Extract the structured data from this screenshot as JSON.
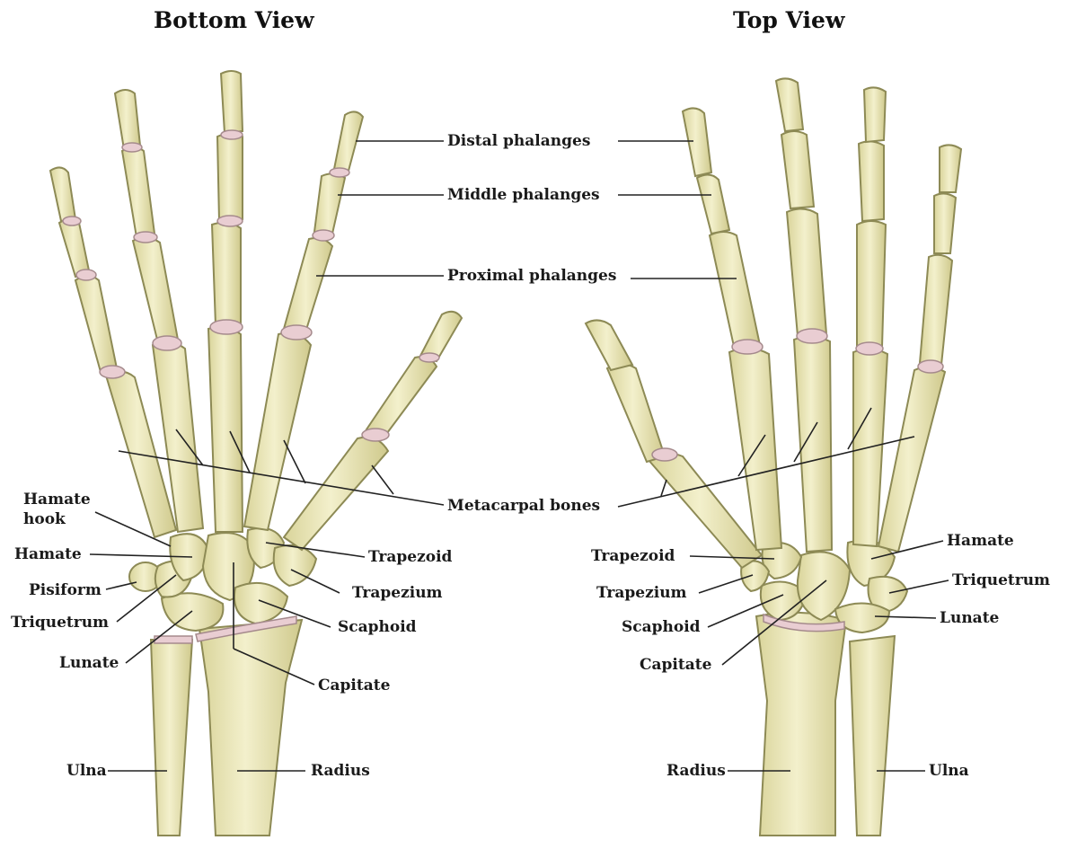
{
  "titles": {
    "left": "Bottom View",
    "right": "Top View"
  },
  "labels": {
    "distal_phalanges": "Distal phalanges",
    "middle_phalanges": "Middle phalanges",
    "proximal_phalanges": "Proximal phalanges",
    "metacarpal_bones": "Metacarpal bones",
    "left": {
      "hamate_hook_line1": "Hamate",
      "hamate_hook_line2": "hook",
      "hamate": "Hamate",
      "pisiform": "Pisiform",
      "triquetrum": "Triquetrum",
      "lunate": "Lunate",
      "trapezoid": "Trapezoid",
      "trapezium": "Trapezium",
      "scaphoid": "Scaphoid",
      "capitate": "Capitate",
      "ulna": "Ulna",
      "radius": "Radius"
    },
    "right": {
      "trapezoid": "Trapezoid",
      "trapezium": "Trapezium",
      "scaphoid": "Scaphoid",
      "capitate": "Capitate",
      "hamate": "Hamate",
      "triquetrum": "Triquetrum",
      "lunate": "Lunate",
      "radius": "Radius",
      "ulna": "Ulna"
    }
  },
  "colors": {
    "bone_fill": "#ece8b8",
    "bone_stroke": "#8d8a55",
    "cartilage": "#e9cdd2",
    "leader_line": "#222222"
  }
}
